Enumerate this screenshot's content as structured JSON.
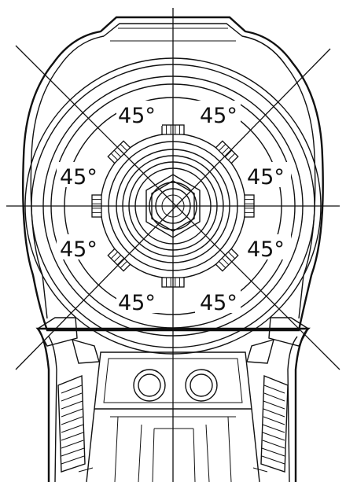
{
  "diagram": {
    "angle_labels": [
      "45°",
      "45°",
      "45°",
      "45°",
      "45°",
      "45°",
      "45°",
      "45°"
    ],
    "division_count": 8,
    "division_angle_deg": 45
  }
}
